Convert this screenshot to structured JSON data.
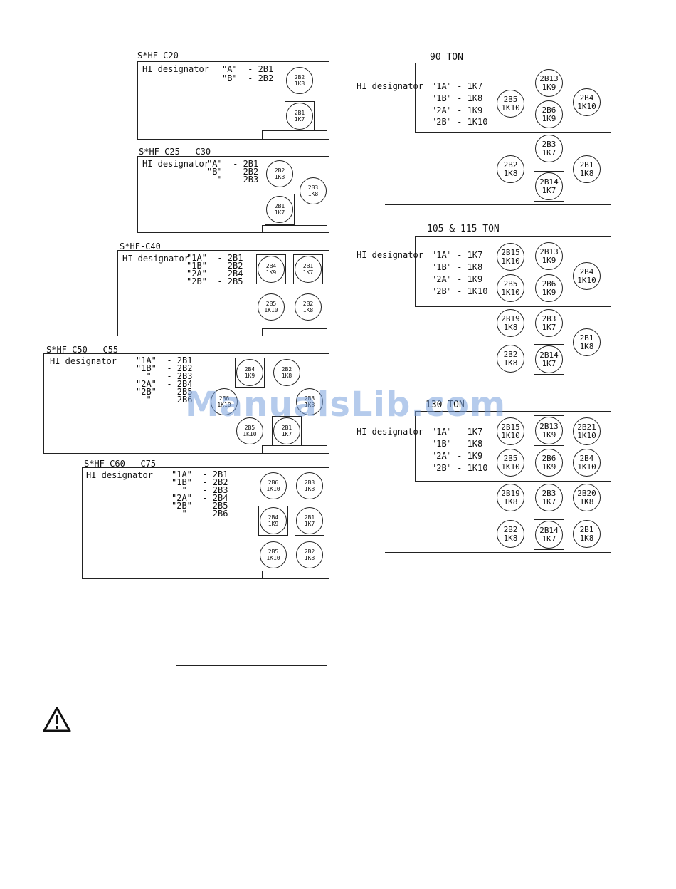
{
  "left": {
    "c20": {
      "title": "S*HF-C20",
      "hi": "HI designator",
      "lines": [
        "\"A\"  - 2B1",
        "\"B\"  - 2B2"
      ],
      "circles": [
        [
          "2B2",
          "1K8"
        ],
        [
          "2B1",
          "1K7"
        ]
      ]
    },
    "c25": {
      "title": "S*HF-C25 - C30",
      "hi": "HI designator",
      "lines": [
        "\"A\"  - 2B1",
        "\"B\"  - 2B2",
        "  \"  - 2B3"
      ],
      "circles": [
        [
          "2B2",
          "1K8"
        ],
        [
          "2B3",
          "1K8"
        ],
        [
          "2B1",
          "1K7"
        ]
      ]
    },
    "c40": {
      "title": "S*HF-C40",
      "hi": "HI designator",
      "lines": [
        "\"1A\"  - 2B1",
        "\"1B\"  - 2B2",
        "\"2A\"  - 2B4",
        "\"2B\"  - 2B5"
      ],
      "circles": [
        [
          "2B4",
          "1K9"
        ],
        [
          "2B1",
          "1K7"
        ],
        [
          "2B5",
          "1K10"
        ],
        [
          "2B2",
          "1K8"
        ]
      ]
    },
    "c50": {
      "title": "S*HF-C50 - C55",
      "hi": "HI designator",
      "lines": [
        "\"1A\"  - 2B1",
        "\"1B\"  - 2B2",
        "  \"   - 2B3",
        "\"2A\"  - 2B4",
        "\"2B\"  - 2B5",
        "  \"   - 2B6"
      ],
      "circles": [
        [
          "2B4",
          "1K9"
        ],
        [
          "2B2",
          "1K8"
        ],
        [
          "2B6",
          "1K10"
        ],
        [
          "2B3",
          "1K8"
        ],
        [
          "2B5",
          "1K10"
        ],
        [
          "2B1",
          "1K7"
        ]
      ]
    },
    "c60": {
      "title": "S*HF-C60 - C75",
      "hi": "HI designator",
      "lines": [
        "\"1A\"  - 2B1",
        "\"1B\"  - 2B2",
        "  \"   - 2B3",
        "\"2A\"  - 2B4",
        "\"2B\"  - 2B5",
        "  \"   - 2B6"
      ],
      "circles": [
        [
          "2B6",
          "1K10"
        ],
        [
          "2B3",
          "1K8"
        ],
        [
          "2B4",
          "1K9"
        ],
        [
          "2B1",
          "1K7"
        ],
        [
          "2B5",
          "1K10"
        ],
        [
          "2B2",
          "1K8"
        ]
      ]
    }
  },
  "right": {
    "t90": {
      "title": "90 TON",
      "hi": "HI designator",
      "lines": [
        "\"1A\" - 1K7",
        "\"1B\" - 1K8",
        "\"2A\" - 1K9",
        "\"2B\" - 1K10"
      ],
      "circles": [
        [
          "2B13",
          "1K9"
        ],
        [
          "2B5",
          "1K10"
        ],
        [
          "2B6",
          "1K9"
        ],
        [
          "2B4",
          "1K10"
        ],
        [
          "2B3",
          "1K7"
        ],
        [
          "2B2",
          "1K8"
        ],
        [
          "2B1",
          "1K8"
        ],
        [
          "2B14",
          "1K7"
        ]
      ]
    },
    "t105": {
      "title": "105 & 115 TON",
      "hi": "HI designator",
      "lines": [
        "\"1A\" - 1K7",
        "\"1B\" - 1K8",
        "\"2A\" - 1K9",
        "\"2B\" - 1K10"
      ],
      "circles": [
        [
          "2B15",
          "1K10"
        ],
        [
          "2B13",
          "1K9"
        ],
        [
          "2B4",
          "1K10"
        ],
        [
          "2B5",
          "1K10"
        ],
        [
          "2B6",
          "1K9"
        ],
        [
          "2B19",
          "1K8"
        ],
        [
          "2B3",
          "1K7"
        ],
        [
          "2B1",
          "1K8"
        ],
        [
          "2B2",
          "1K8"
        ],
        [
          "2B14",
          "1K7"
        ]
      ]
    },
    "t130": {
      "title": "130 TON",
      "hi": "HI designator",
      "lines": [
        "\"1A\" - 1K7",
        "\"1B\" - 1K8",
        "\"2A\" - 1K9",
        "\"2B\" - 1K10"
      ],
      "circles": [
        [
          "2B15",
          "1K10"
        ],
        [
          "2B13",
          "1K9"
        ],
        [
          "2B21",
          "1K10"
        ],
        [
          "2B5",
          "1K10"
        ],
        [
          "2B6",
          "1K9"
        ],
        [
          "2B4",
          "1K10"
        ],
        [
          "2B19",
          "1K8"
        ],
        [
          "2B3",
          "1K7"
        ],
        [
          "2B20",
          "1K8"
        ],
        [
          "2B2",
          "1K8"
        ],
        [
          "2B14",
          "1K7"
        ],
        [
          "2B1",
          "1K8"
        ]
      ]
    }
  },
  "watermark": "ManualsLib.com",
  "warning_icon": "warning-triangle-icon"
}
